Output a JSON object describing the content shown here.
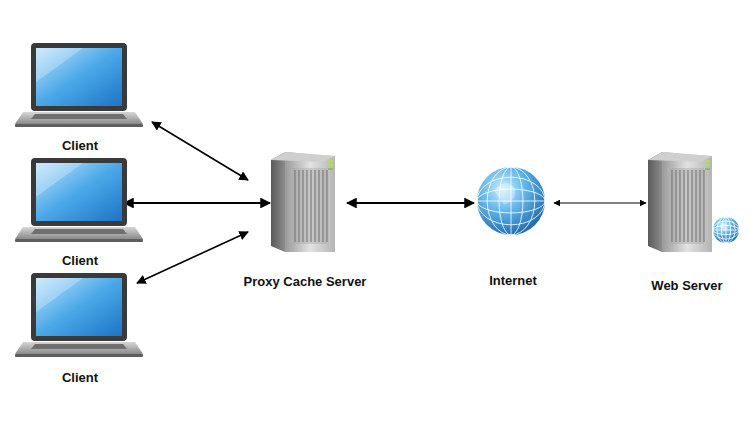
{
  "diagram": {
    "nodes": [
      {
        "text": [
          "Client"
        ]
      },
      {
        "text": [
          "Client"
        ]
      },
      {
        "text": [
          "Client"
        ]
      },
      {
        "text": [
          "Proxy Cache Server"
        ]
      },
      {
        "text": [
          "Internet"
        ]
      },
      {
        "text": [
          "Web Server"
        ]
      }
    ],
    "edges": [
      {
        "from": 0,
        "to": 3,
        "arrow": "both"
      },
      {
        "from": 1,
        "to": 3,
        "arrow": "both"
      },
      {
        "from": 2,
        "to": 3,
        "arrow": "both"
      },
      {
        "from": 3,
        "to": 4,
        "arrow": "both"
      },
      {
        "from": 4,
        "to": 5,
        "arrow": "both"
      }
    ]
  }
}
